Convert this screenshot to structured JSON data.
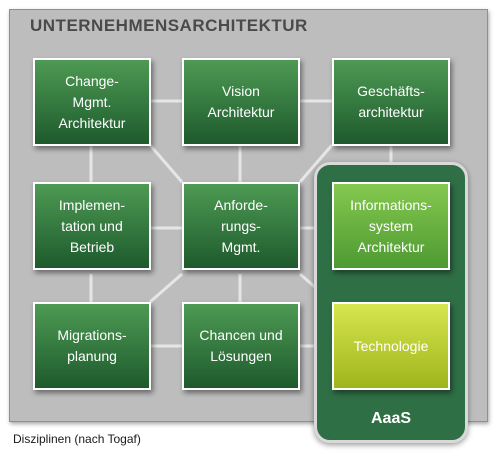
{
  "title": "UNTERNEHMENSARCHITEKTUR",
  "boxes": {
    "change": "Change-\nMgmt.\nArchitektur",
    "vision": "Vision\nArchitektur",
    "business": "Geschäfts-\narchitektur",
    "implementation": "Implemen-\ntation und\nBetrieb",
    "requirements": "Anforde-\nrungs-\nMgmt.",
    "infosystem": "Informations-\nsystem\nArchitektur",
    "migration": "Migrations-\nplanung",
    "opportunities": "Chancen und\nLösungen",
    "technology": "Technologie"
  },
  "group_label": "AaaS",
  "caption": "Disziplinen (nach Togaf)",
  "colors": {
    "dark_green": "#2f6f46",
    "light_green": "#6fb444",
    "yellow_green": "#c2d232",
    "frame_gray": "#bdbdbd"
  }
}
